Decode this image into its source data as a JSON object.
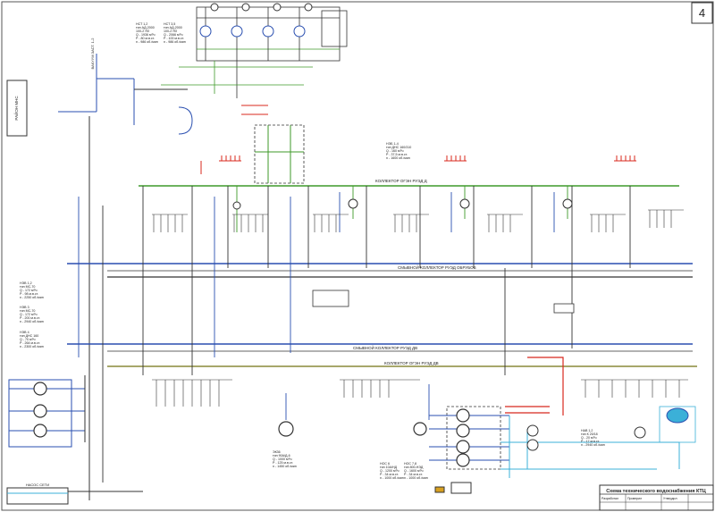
{
  "sheet": {
    "number": "4",
    "title": "Схема технического водоснабжения КТЦ"
  },
  "left_block": {
    "label": "НАСОС СЕТИ"
  },
  "collectors": [
    {
      "label": "КОЛЛЕКТОР ОГЭН РУЭД Д"
    },
    {
      "label": "СМЫВНОЙ КОЛЛЕКТОР РУЭД ОБРУБОВ"
    },
    {
      "label": "СМЫВНОЙ КОЛЛЕКТОР РУЭД ДВ"
    },
    {
      "label": "КОЛЛЕКТОР ОГЭН РУЭД ДВ"
    }
  ],
  "pump_specs": [
    {
      "lines": [
        "НСТ 1,2",
        "тип АД-2000",
        "100-2 ЯЗ",
        "Q - 1936 м³/ч",
        "P - 80 м.в.ст.",
        "n - 986 об./мин"
      ]
    },
    {
      "lines": [
        "НСТ 3,5",
        "тип АД-2000",
        "100-2 ЯЗ",
        "Q - 2066 м³/ч",
        "P - 100 м.в.ст.",
        "n - 986 об./мин"
      ]
    },
    {
      "lines": [
        "НЭБ 1-4",
        "тип ДНС 160/310",
        "Q - 160 м³/ч",
        "P - 37,5 м.в.ст.",
        "n - 1600 об./мин"
      ]
    },
    {
      "lines": [
        "НЭВ 1,2",
        "тип МС-70",
        "Q - 172 м³/ч",
        "P - 98 м.в.ст.",
        "n - 2250 об./мин"
      ]
    },
    {
      "lines": [
        "НЭВ 3",
        "тип МС-70",
        "Q - 172 м³/ч",
        "P - 200 м.в.ст.",
        "n - 2940 об./мин"
      ]
    },
    {
      "lines": [
        "НЭВ 4",
        "тип ДНС 160",
        "Q - 70 м³/ч",
        "P - 264 м.в.ст.",
        "n - 2300 об./мин"
      ]
    },
    {
      "lines": [
        "ЭК36",
        "тип 90А/Д-6",
        "Q - 1000 м³/ч",
        "P - 125 м.в.ст.",
        "n - 1450 об./мин"
      ]
    },
    {
      "lines": [
        "НОС 6",
        "тип 10А/НД",
        "Q - 1200 м³/ч",
        "P - 34 м.в.ст.",
        "n - 1000 об./мин"
      ]
    },
    {
      "lines": [
        "НОС 7,8",
        "тип 800-НЭД",
        "Q - 1600 м³/ч",
        "P - 34 м.в.ст.",
        "n - 1000 об./мин"
      ]
    },
    {
      "lines": [
        "НАВ 1,2",
        "тип К 20/18",
        "Q - 20 м³/ч",
        "P - 17 м.в.ст.",
        "n - 2940 об./мин"
      ]
    }
  ],
  "vertical_labels": [
    "РАЙОН МНС",
    "ВАКУУМ ЗАСТ. 1-2"
  ],
  "title_block": {
    "rows": [
      "Разработал",
      "Проверил",
      "Утвердил"
    ]
  },
  "colors": {
    "green": "#3f9a2a",
    "blue": "#2a4fb0",
    "dark": "#333333",
    "red": "#d8281e",
    "cyan": "#3bb0d8",
    "olive": "#8a8a3a"
  }
}
